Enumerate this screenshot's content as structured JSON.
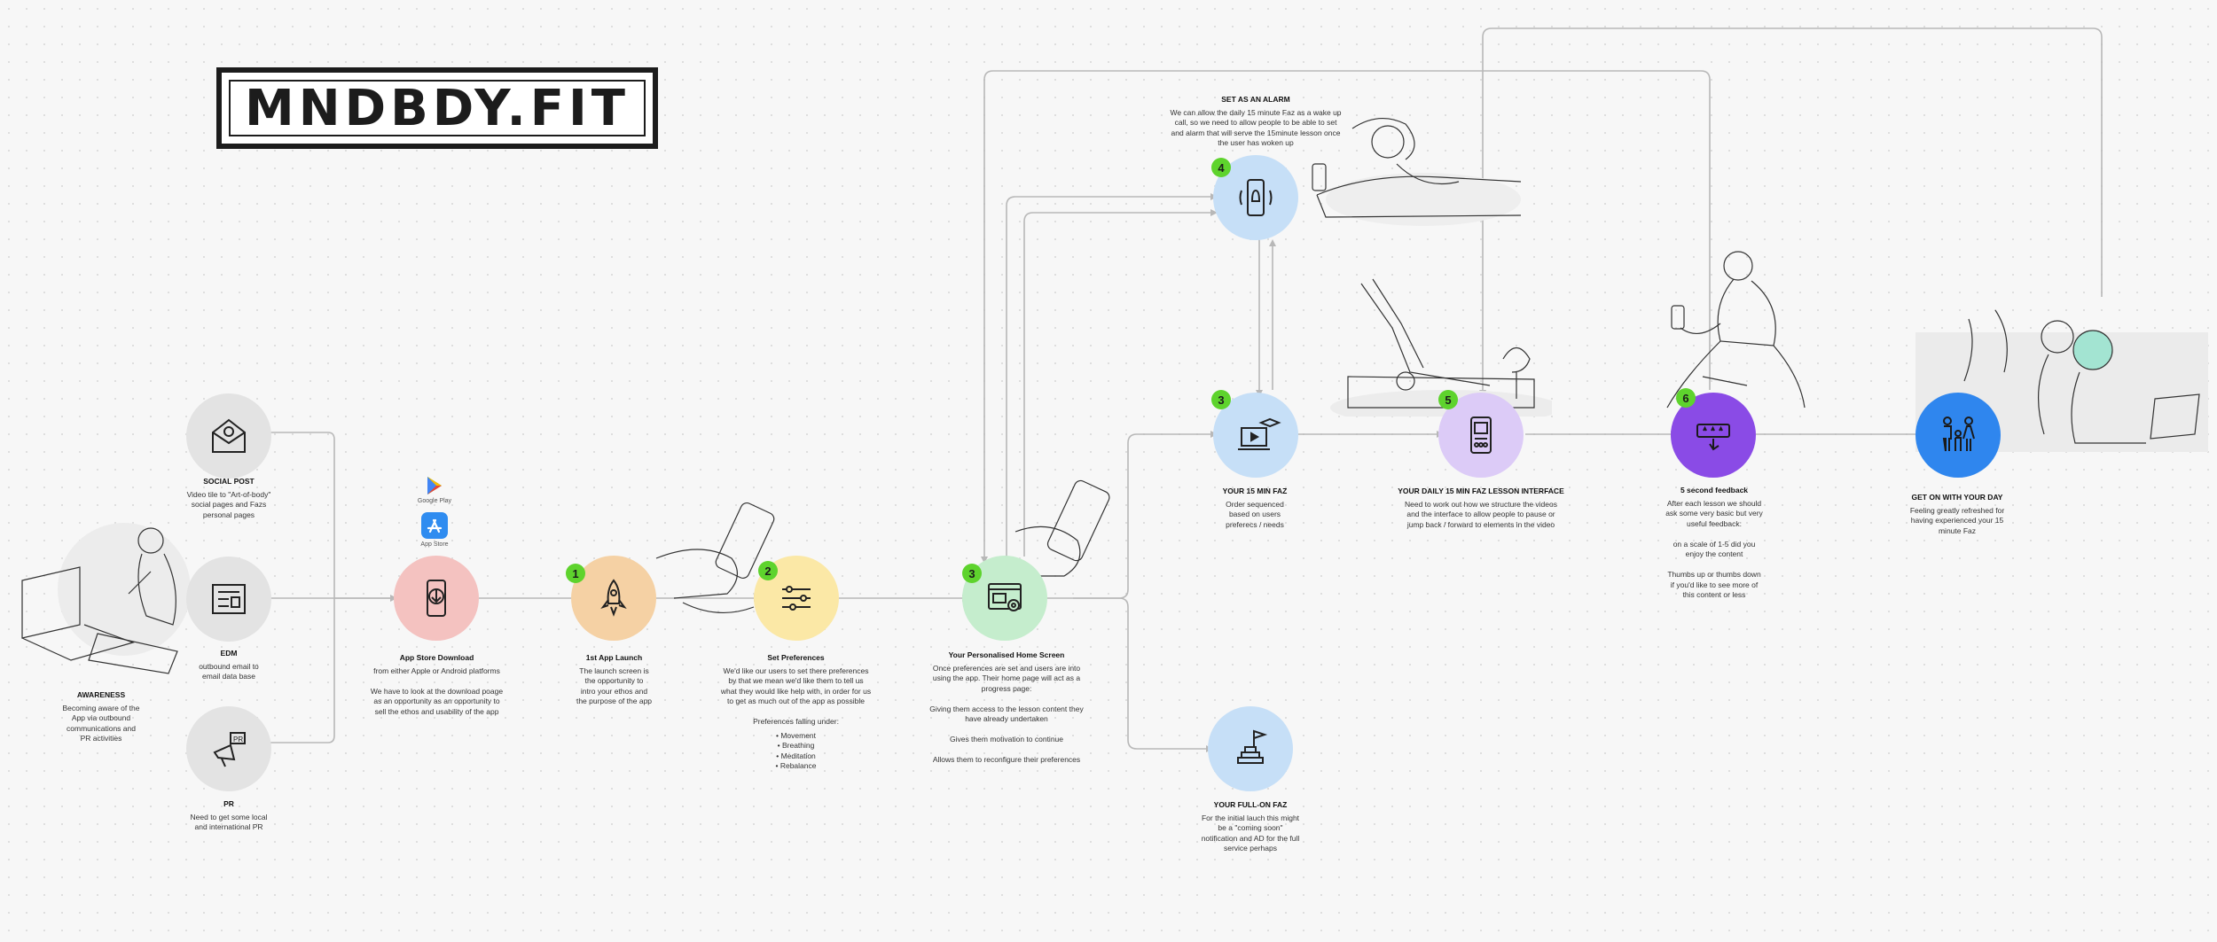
{
  "brand": {
    "logo_text": "MNDBDY.FIT"
  },
  "stores": {
    "google": "Google Play",
    "apple": "App Store"
  },
  "colors": {
    "grey": "#e3e3e3",
    "pink": "#f4c2c0",
    "orange": "#f5d1a4",
    "yellow": "#fbe8a6",
    "green": "#c5edcd",
    "blue": "#c6dff7",
    "lavender": "#dccbf7",
    "purple": "#8a4be6",
    "brightBlue": "#2f86ee",
    "badge": "#5ed32d",
    "connector": "#b5b5b5"
  },
  "nodes": {
    "social": {
      "title": "SOCIAL POST",
      "body": "Video tile to \"Art-of-body\"\nsocial pages and Fazs\npersonal pages"
    },
    "edm": {
      "title": "EDM",
      "body": "outbound email to\nemail data base"
    },
    "pr": {
      "title": "PR",
      "body": "Need to get some local\nand international PR"
    },
    "awareness": {
      "title": "AWARENESS",
      "body": "Becoming aware of the\nApp via outbound\ncommunications and\nPR activities"
    },
    "download": {
      "title": "App Store Download",
      "body": "from either Apple or Android platforms\n\nWe have to look at the download poage\nas an opportunity as an opportunity to\nsell the ethos and usability of the app"
    },
    "launch": {
      "badge": "1",
      "title": "1st App Launch",
      "body": "The launch screen is\nthe opportunity to\nintro your ethos and\nthe purpose of the app"
    },
    "prefs": {
      "badge": "2",
      "title": "Set Preferences",
      "body": "We'd like our users to set there preferences\nby that we mean we'd like them to tell us\nwhat they would like help with, in order for us\nto get as much out of the app as possible\n\nPreferences falling under:",
      "list": [
        "Movement",
        "Breathing",
        "Meditation",
        "Rebalance"
      ]
    },
    "home": {
      "badge": "3",
      "title": "Your Personalised Home Screen",
      "body": "Once preferences are set and users are into\nusing the app. Their home page will act as a\nprogress page:\n\nGiving them access to the lesson content they\nhave already undertaken\n\nGives them motivation to continue\n\nAllows them to reconfigure their preferences"
    },
    "alarm": {
      "badge": "4",
      "title": "SET AS AN ALARM",
      "body": "We can allow the daily 15 minute Faz as a wake up\ncall, so we need to allow people to be able to set\nand alarm that will serve the 15minute lesson once\nthe user has woken up"
    },
    "faz15": {
      "badge": "3",
      "title": "YOUR 15 MIN FAZ",
      "body": "Order sequenced\nbased on users\npreferecs / needs"
    },
    "fullon": {
      "title": "YOUR  FULL-ON FAZ",
      "body": "For the initial lauch this might\nbe a \"coming soon\"\nnotification and AD for the full\nservice perhaps"
    },
    "lesson": {
      "badge": "5",
      "title": "YOUR DAILY 15 MIN FAZ LESSON INTERFACE",
      "body": "Need to work out  how we structure the videos\nand the interface to allow people to pause or\njump back / forward to elements in the video"
    },
    "feedback": {
      "badge": "6",
      "title": "5 second feedback",
      "body": "After each lesson we should\nask some very basic but very\nuseful feedback:\n\non a scale of 1-5 did you\nenjoy the content\n\nThumbs up or thumbs down\nif you'd like to see more of\nthis content or less"
    },
    "getOn": {
      "title": "GET ON WITH YOUR DAY",
      "body": "Feeling greatly refreshed for\nhaving experienced your 15\nminute Faz"
    }
  }
}
